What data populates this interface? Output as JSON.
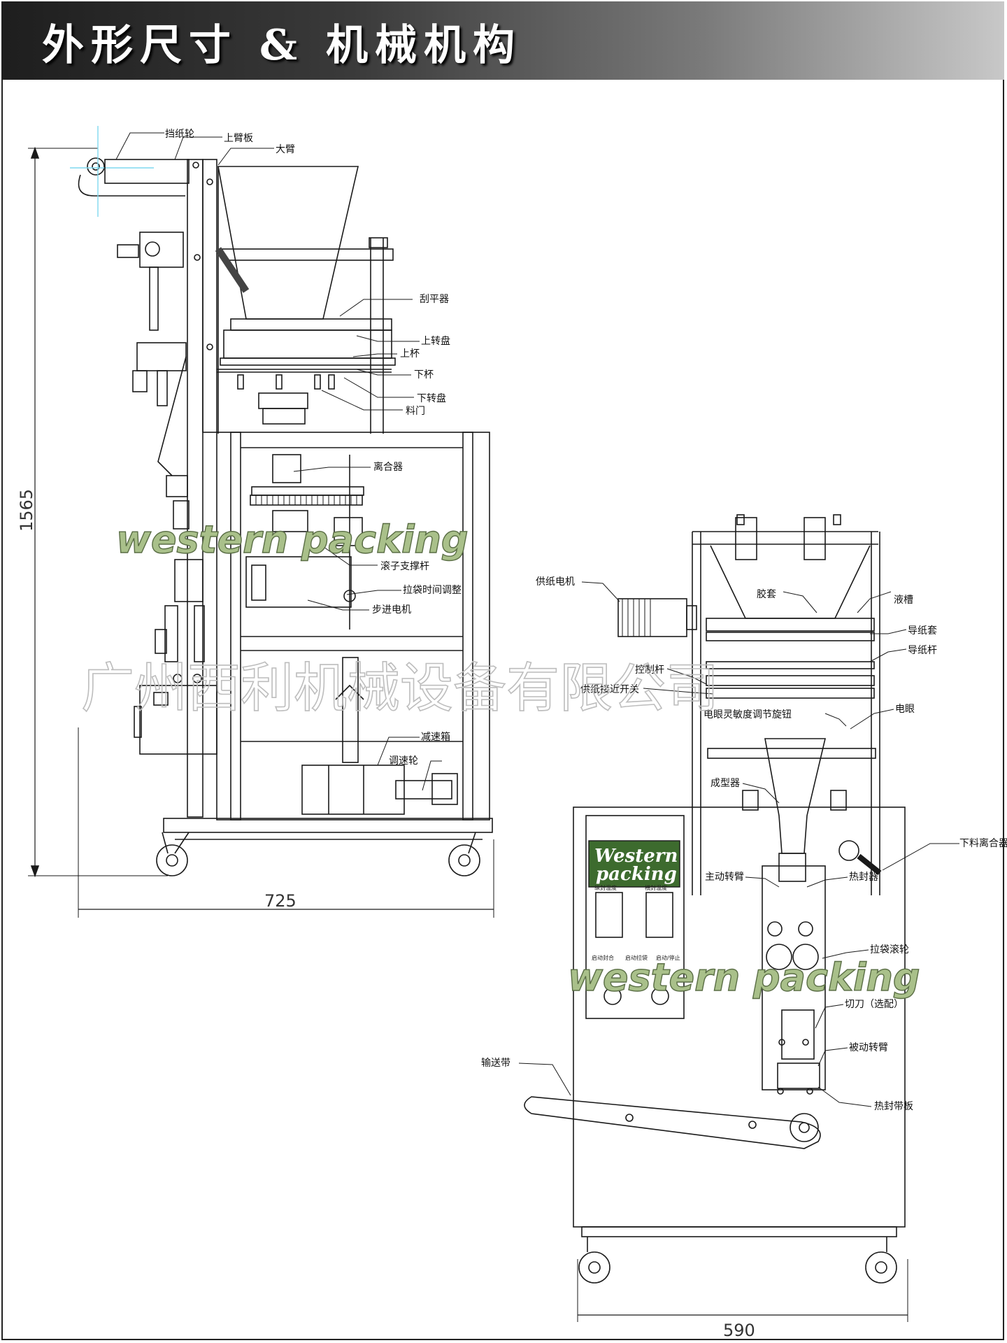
{
  "header": {
    "title": "外形尺寸 & 机械机构"
  },
  "side_view": {
    "labels": {
      "paper_guard_wheel": "挡纸轮",
      "upper_arm_plate": "上臂板",
      "big_arm": "大臂",
      "scraper": "刮平器",
      "upper_turntable": "上转盘",
      "upper_cup": "上杯",
      "lower_cup": "下杯",
      "lower_turntable": "下转盘",
      "material_door": "料门",
      "clutch": "离合器",
      "roller_support_rod": "滚子支撑杆",
      "pull_bag_time_adjust": "拉袋时间调整",
      "stepper_motor": "步进电机",
      "reducer_box": "减速箱",
      "speed_wheel": "调速轮"
    },
    "dims": {
      "height": "1565",
      "width": "725"
    }
  },
  "front_view": {
    "labels": {
      "paper_feed_motor": "供纸电机",
      "rubber_sleeve": "胶套",
      "liquid_tank": "液槽",
      "paper_guide_sleeve": "导纸套",
      "paper_guide_rod": "导纸杆",
      "control_rod": "控制杆",
      "paper_feed_proximity_switch": "供纸接近开关",
      "photo_eye_sensitivity_knob": "电眼灵敏度调节旋钮",
      "photo_eye": "电眼",
      "former": "成型器",
      "discharge_clutch": "下料离合器",
      "active_swing_arm": "主动转臂",
      "heat_sealer": "热封器",
      "pull_bag_roller": "拉袋滚轮",
      "cutter_optional": "切刀（选配）",
      "passive_swing_arm": "被动转臂",
      "heat_seal_plate": "热封带板",
      "conveyor_belt": "输送带"
    },
    "dims": {
      "width": "590"
    },
    "panel": {
      "brand_line1": "Western",
      "brand_line2": "packing",
      "vertical_seal_temp": "纵封温度",
      "horizontal_seal_temp": "横封温度",
      "btn1": "启动封合",
      "btn2": "启动拉袋",
      "btn3": "启动/停止"
    }
  },
  "watermarks": {
    "brand_top": "western packing",
    "brand_bottom": "western packing",
    "company": "广州西利机械设备有限公司"
  }
}
